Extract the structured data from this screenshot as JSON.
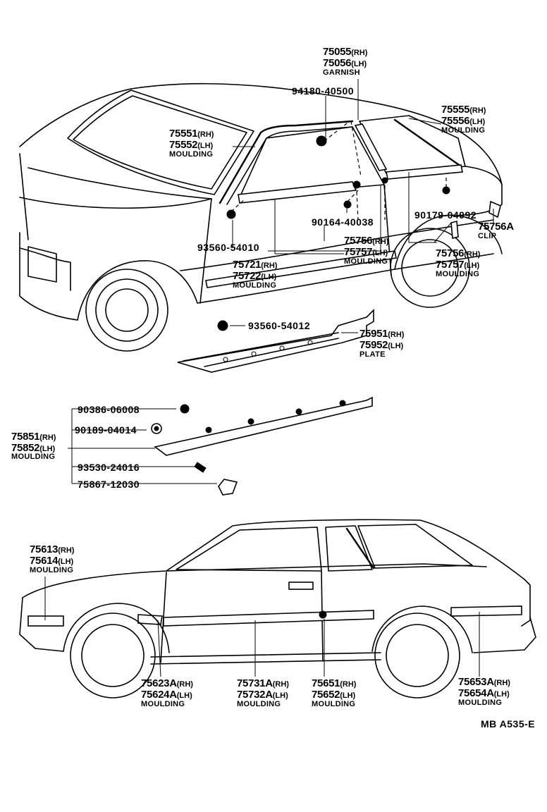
{
  "labels": {
    "garnish_rh": "75055",
    "garnish_rh_side": "(RH)",
    "garnish_lh": "75056",
    "garnish_lh_side": "(LH)",
    "garnish_name": "GARNISH",
    "clip_94180": "94180-40500",
    "rear_mould_rh": "75555",
    "rear_mould_rh_side": "(RH)",
    "rear_mould_lh": "75556",
    "rear_mould_lh_side": "(LH)",
    "rear_mould_name": "MOULDING",
    "ws_mould_rh": "75551",
    "ws_mould_rh_side": "(RH)",
    "ws_mould_lh": "75552",
    "ws_mould_lh_side": "(LH)",
    "ws_mould_name": "MOULDING",
    "clip_90179": "90179-04092",
    "clip_75756a": "75756A",
    "clip_name": "CLIP",
    "screw_90164": "90164-40038",
    "screw_93560a": "93560-54010",
    "belt_rh": "75756",
    "belt_rh_side": "(RH)",
    "belt_lh": "75757",
    "belt_lh_side": "(LH)",
    "belt_name": "MOULDING",
    "belt2_rh": "75756",
    "belt2_rh_side": "(RH)",
    "belt2_lh": "75757",
    "belt2_lh_side": "(LH)",
    "belt2_name": "MOULDING",
    "door_mould_rh": "75721",
    "door_mould_rh_side": "(RH)",
    "door_mould_lh": "75722",
    "door_mould_lh_side": "(LH)",
    "door_mould_name": "MOULDING",
    "screw_93560b": "93560-54012",
    "plate_rh": "75951",
    "plate_rh_side": "(RH)",
    "plate_lh": "75952",
    "plate_lh_side": "(LH)",
    "plate_name": "PLATE",
    "nut_90386": "90386-06008",
    "clip_90189": "90189-04014",
    "rocker_rh": "75851",
    "rocker_rh_side": "(RH)",
    "rocker_lh": "75852",
    "rocker_lh_side": "(LH)",
    "rocker_name": "MOULDING",
    "screw_93530": "93530-24016",
    "clip_75867": "75867-12030",
    "front_mould_rh": "75613",
    "front_mould_rh_side": "(RH)",
    "front_mould_lh": "75614",
    "front_mould_lh_side": "(LH)",
    "front_mould_name": "MOULDING",
    "fender_mould_rh": "75623A",
    "fender_mould_rh_side": "(RH)",
    "fender_mould_lh": "75624A",
    "fender_mould_lh_side": "(LH)",
    "fender_mould_name": "MOULDING",
    "side_door_rh": "75731A",
    "side_door_rh_side": "(RH)",
    "side_door_lh": "75732A",
    "side_door_lh_side": "(LH)",
    "side_door_name": "MOULDING",
    "qtr_mould_rh": "75651",
    "qtr_mould_rh_side": "(RH)",
    "qtr_mould_lh": "75652",
    "qtr_mould_lh_side": "(LH)",
    "qtr_mould_name": "MOULDING",
    "rear_qtr_rh": "75653A",
    "rear_qtr_rh_side": "(RH)",
    "rear_qtr_lh": "75654A",
    "rear_qtr_lh_side": "(LH)",
    "rear_qtr_name": "MOULDING",
    "diagram_code": "MB  A535-E"
  }
}
